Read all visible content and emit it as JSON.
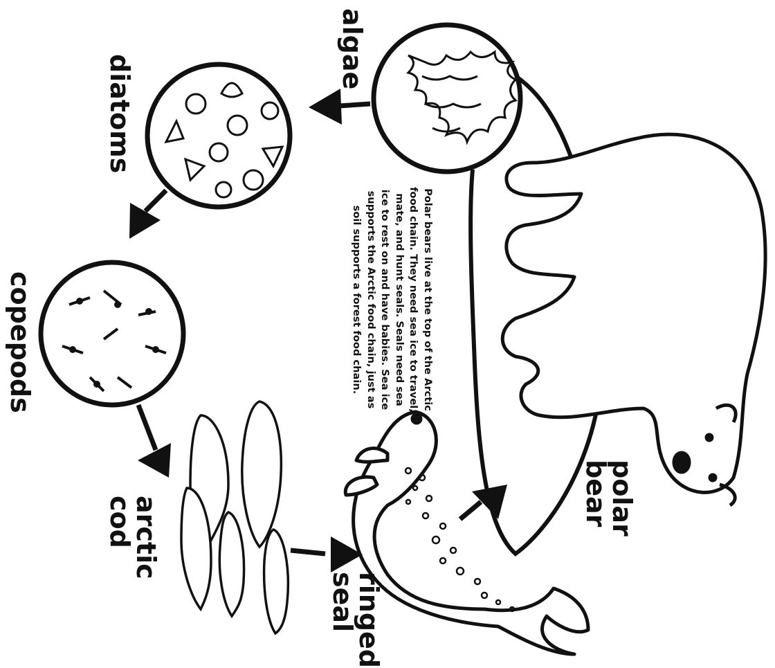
{
  "organisms": {
    "algae": "algae",
    "diatoms": "diatoms",
    "copepods": "copepods",
    "arctic_cod": "arctic\ncod",
    "ringed_seal": "ringed\nseal",
    "polar_bear": "polar\nbear"
  },
  "description": "Polar bears live at the top of the Arctic food chain. They need sea ice to travel, mate, and hunt seals. Seals need sea ice to rest on and have babies. Sea ice supports the Arctic food chain, just as soil supports a forest food chain.",
  "colors": {
    "ink": "#111111",
    "background": "#ffffff"
  }
}
